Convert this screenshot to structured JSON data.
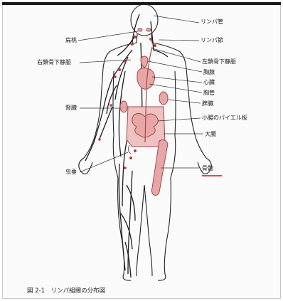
{
  "labels": {
    "lymph_vessel": "リンパ管",
    "lymph_node": "リンパ節",
    "left_subclavian_vein": "左鎖骨下静脈",
    "thymus": "胸腺",
    "heart": "心臓",
    "thoracic_duct": "胸管",
    "spleen": "脾臓",
    "peyers_patch": "小腸のパイエル板",
    "large_intestine": "大腸",
    "bone_marrow": "骨髄",
    "tonsil": "扁桃",
    "right_subclavian_vein": "右鎖骨下静脈",
    "kidney": "腎臓",
    "appendix": "虫垂"
  },
  "caption": "図 2-1　リンパ組織の分布図",
  "colors": {
    "highlight_underline": "#d6362f",
    "organ_fill": "#e8a7a7",
    "organ_stroke": "#a04848",
    "vessel": "#1c1c1c"
  }
}
